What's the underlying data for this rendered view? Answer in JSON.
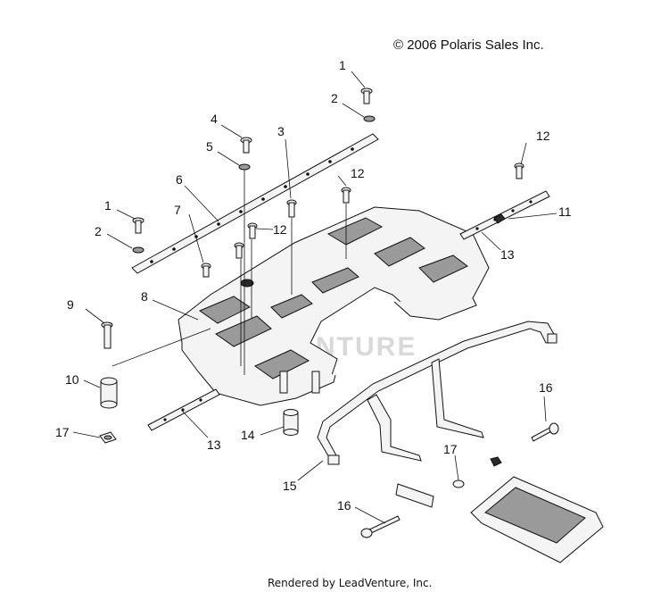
{
  "copyright": "© 2006 Polaris Sales Inc.",
  "footer": "Rendered by LeadVenture, Inc.",
  "watermark": "VENTURE",
  "callouts": [
    "1",
    "2",
    "4",
    "5",
    "3",
    "6",
    "12",
    "12",
    "1",
    "7",
    "12",
    "2",
    "11",
    "13",
    "8",
    "9",
    "10",
    "17",
    "13",
    "14",
    "16",
    "15",
    "17",
    "16"
  ]
}
